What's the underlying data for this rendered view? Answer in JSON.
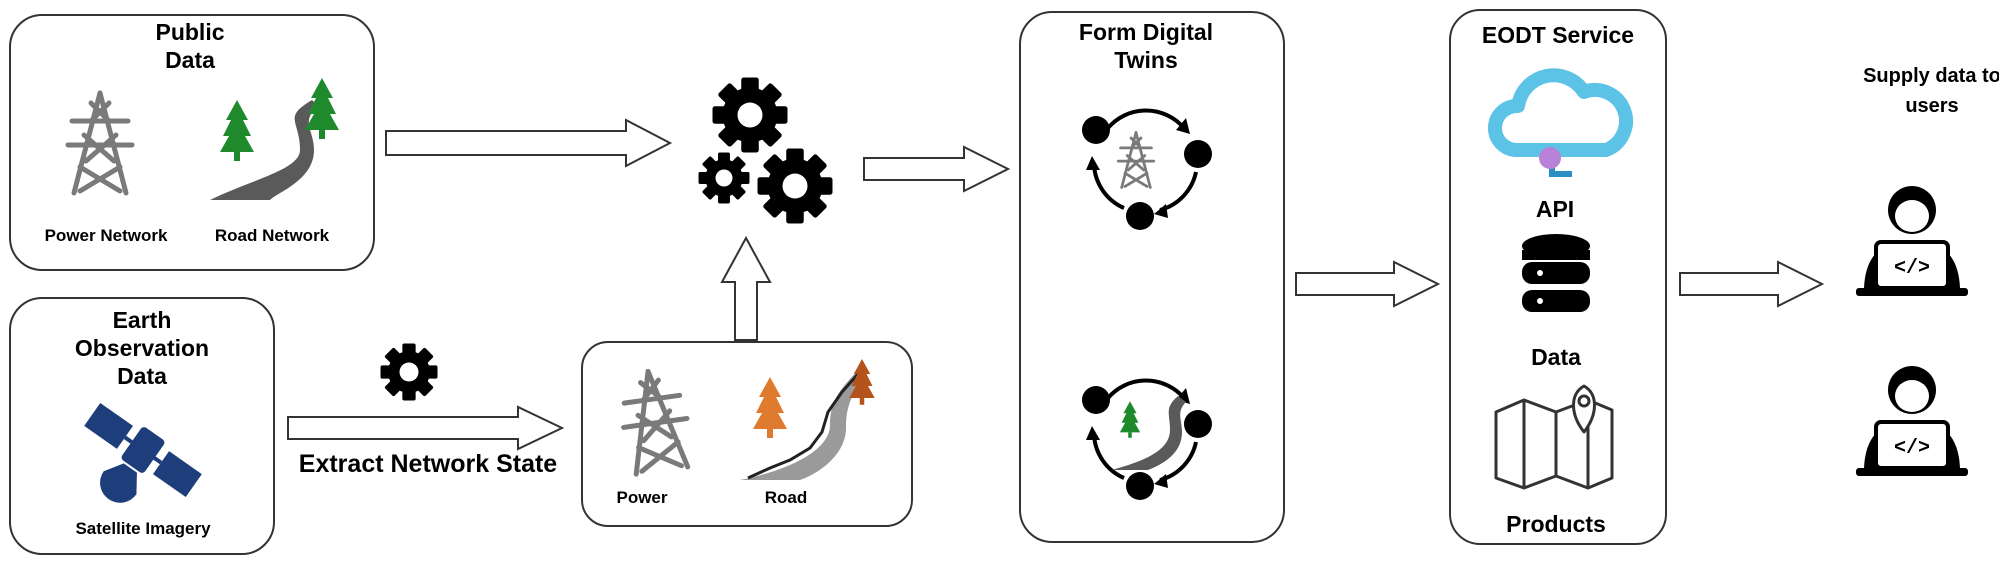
{
  "public_data": {
    "title_line1": "Public",
    "title_line2": "Data",
    "power_label": "Power Network",
    "road_label": "Road Network"
  },
  "eo_data": {
    "title_line1": "Earth",
    "title_line2": "Observation",
    "title_line3": "Data",
    "satellite_label": "Satellite Imagery"
  },
  "extract_label": "Extract Network State",
  "network_state": {
    "power_label": "Power",
    "road_label": "Road"
  },
  "digital_twins": {
    "title_line1": "Form Digital",
    "title_line2": "Twins"
  },
  "eodt_service": {
    "title": "EODT Service",
    "api_label": "API",
    "data_label": "Data",
    "products_label": "Products"
  },
  "users": {
    "title_line1": "Supply data to",
    "title_line2": "users"
  },
  "colors": {
    "tree_green": "#1f8a2c",
    "tree_orange": "#e07a2e",
    "tree_brown": "#b5531c",
    "satellite_blue": "#1d3e7a",
    "cloud_blue": "#5cc3e6",
    "api_dot": "#b982d9",
    "road_gray": "#5a5a5a",
    "tower_gray": "#7a7a7a"
  },
  "icons": [
    "tower-icon",
    "road-icon",
    "tree-icon",
    "gear-icon",
    "satellite-icon",
    "cloud-api-icon",
    "database-icon",
    "map-pin-icon",
    "user-coder-icon",
    "cycle-arrows-icon"
  ]
}
